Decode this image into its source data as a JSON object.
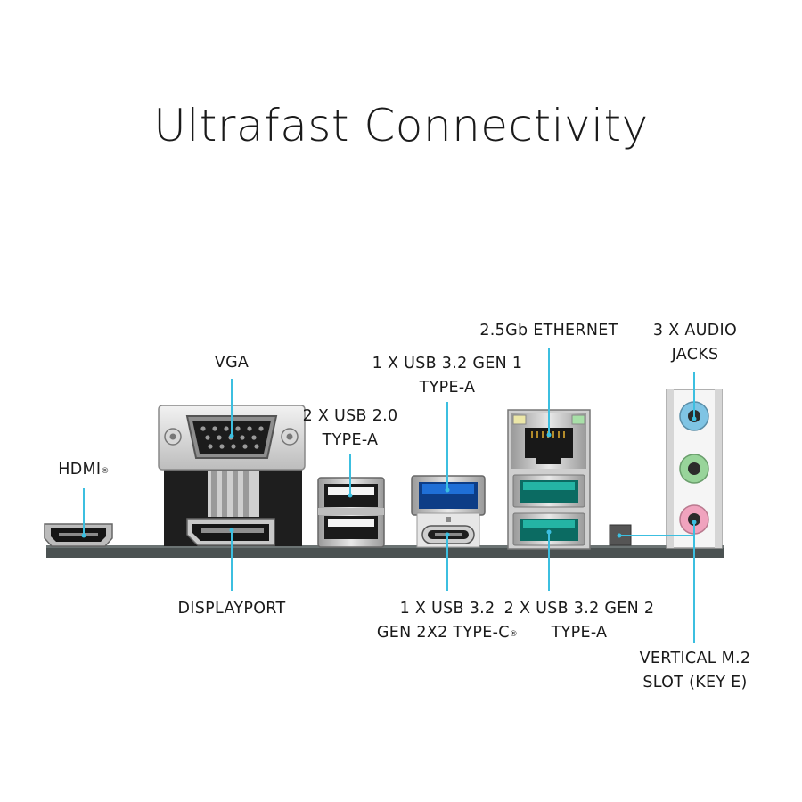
{
  "title": "Ultrafast Connectivity",
  "colors": {
    "leader": "#3cbfe0",
    "board": "#4b5252",
    "text": "#1a1a1a"
  },
  "labels": {
    "hdmi": {
      "text": "HDMI",
      "mark": "®"
    },
    "vga": "VGA",
    "usb20": [
      "2 X USB 2.0",
      "TYPE-A"
    ],
    "usb32g1": [
      "1 X USB 3.2 GEN 1",
      "TYPE-A"
    ],
    "ethernet": "2.5Gb ETHERNET",
    "audio": [
      "3 X AUDIO",
      "JACKS"
    ],
    "displayport": "DISPLAYPORT",
    "usbc": [
      "1 X USB 3.2",
      "GEN 2X2 TYPE-C",
      "®"
    ],
    "usb32g2": [
      "2 X USB 3.2 GEN 2",
      "TYPE-A"
    ],
    "m2": [
      "VERTICAL M.2",
      "SLOT (KEY E)"
    ]
  }
}
